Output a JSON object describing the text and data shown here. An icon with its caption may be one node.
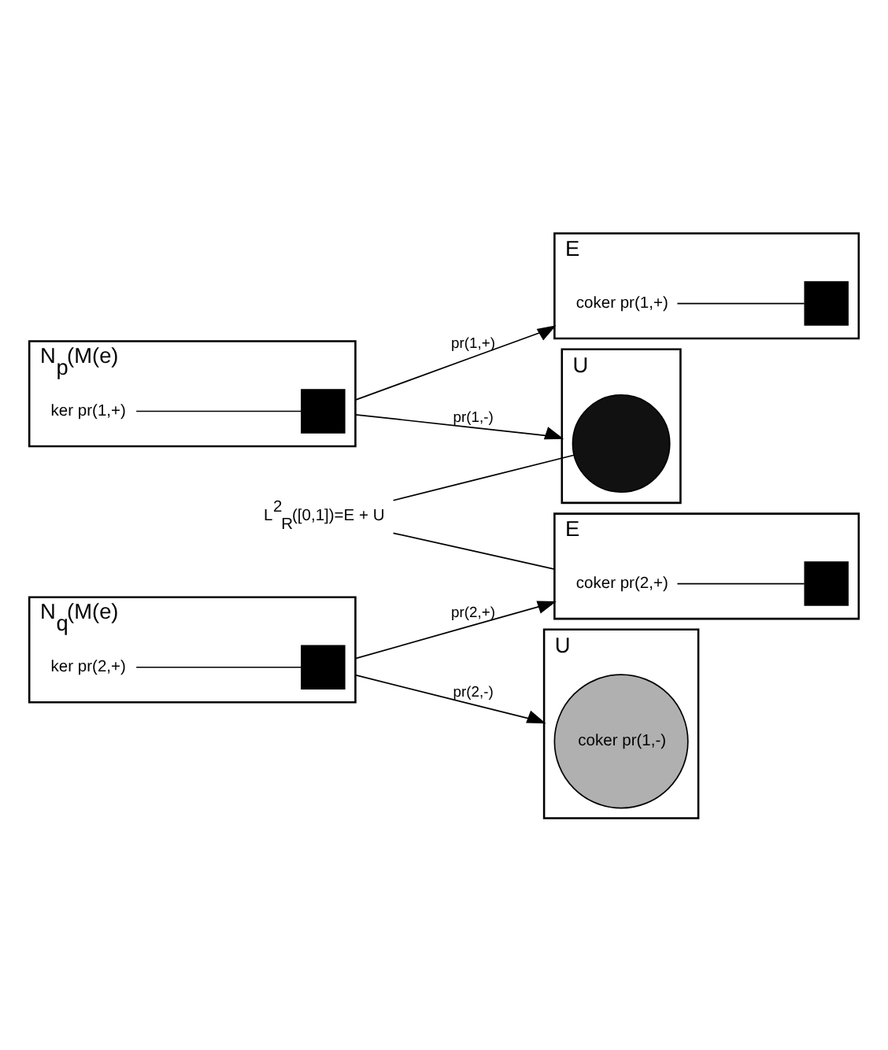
{
  "diagram": {
    "nodes": [
      {
        "text": [
          "N$_{p}$(M(e)"
        ]
      },
      {
        "text": [],
        "shape": "box",
        "in": 0
      },
      {
        "text": [
          "ker pr(1,+)"
        ],
        "in": 0
      },
      {
        "text": [
          "E"
        ]
      },
      {
        "text": [
          "coker pr(1,+)"
        ],
        "in": 3
      },
      {
        "text": [],
        "shape": "box",
        "in": 3
      },
      {
        "text": [
          "U"
        ]
      },
      {
        "text": [],
        "shape": "circle",
        "in": 6
      },
      {
        "text": [
          "L$^{2}$$_{R}$([0,1])=E + U"
        ]
      },
      {
        "text": [
          "N$_{q}$(M(e)"
        ]
      },
      {
        "text": [],
        "shape": "box",
        "in": 9
      },
      {
        "text": [
          "ker pr(2,+)"
        ],
        "in": 9
      },
      {
        "text": [
          "E"
        ]
      },
      {
        "text": [
          "coker pr(2,+)"
        ],
        "in": 12
      },
      {
        "text": [],
        "shape": "box",
        "in": 12
      },
      {
        "text": [
          "U"
        ]
      },
      {
        "text": [
          "coker pr(1,-)"
        ],
        "in": 15
      }
    ],
    "edges": [
      {
        "from": 2,
        "to": 1,
        "arrow": "none"
      },
      {
        "from": 4,
        "to": 5,
        "arrow": "none"
      },
      {
        "from": 0,
        "to": 3,
        "arrow": "to",
        "label": "pr(1,+)"
      },
      {
        "from": 0,
        "to": 6,
        "arrow": "to",
        "label": "pr(1,-)"
      },
      {
        "from": 8,
        "to": 7,
        "arrow": "none"
      },
      {
        "from": 8,
        "to": 12,
        "arrow": "none"
      },
      {
        "from": 11,
        "to": 10,
        "arrow": "none"
      },
      {
        "from": 13,
        "to": 14,
        "arrow": "none"
      },
      {
        "from": 9,
        "to": 12,
        "arrow": "to",
        "label": "pr(2,+)"
      },
      {
        "from": 9,
        "to": 15,
        "arrow": "to",
        "label": "pr(2,-)"
      }
    ]
  }
}
